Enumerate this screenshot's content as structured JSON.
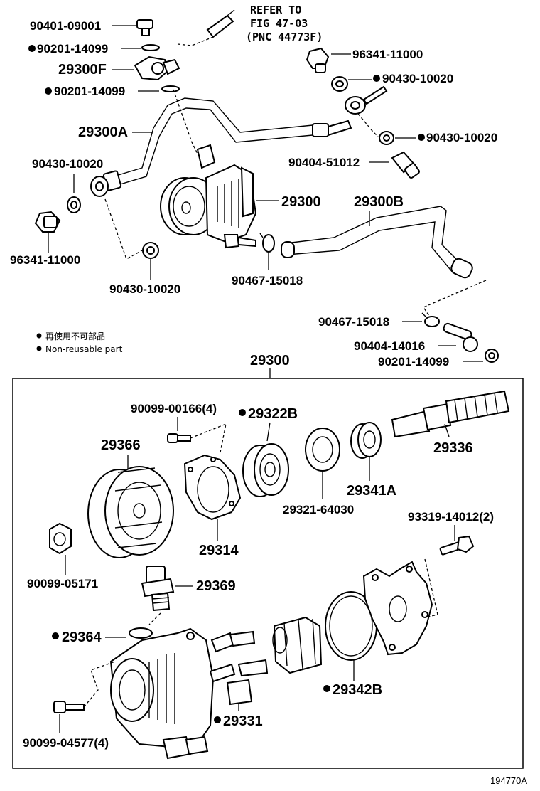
{
  "reference": {
    "line1": "REFER TO",
    "line2": "FIG 47-03",
    "line3": "(PNC 44773F)"
  },
  "legend": {
    "cn": "再使用不可部品",
    "en": "Non-reusable part"
  },
  "labels": {
    "p90401_09001": "90401-09001",
    "p90201_14099_a": "90201-14099",
    "p29300F": "29300F",
    "p90201_14099_b": "90201-14099",
    "p29300A": "29300A",
    "p90430_10020_l": "90430-10020",
    "p96341_11000_l": "96341-11000",
    "p90430_10020_bot": "90430-10020",
    "p96341_11000_r": "96341-11000",
    "p90430_10020_r1": "90430-10020",
    "p90430_10020_r2": "90430-10020",
    "p90404_51012": "90404-51012",
    "p29300": "29300",
    "p29300B": "29300B",
    "p90467_15018_a": "90467-15018",
    "p90467_15018_b": "90467-15018",
    "p90404_14016": "90404-14016",
    "p90201_14099_c": "90201-14099",
    "p29300_box": "29300",
    "p90099_00166": "90099-00166(4)",
    "p29322B": "29322B",
    "p29366": "29366",
    "p29336": "29336",
    "p29341A": "29341A",
    "p29321_64030": "29321-64030",
    "p29314": "29314",
    "p90099_05171": "90099-05171",
    "p93319_14012": "93319-14012(2)",
    "p29369": "29369",
    "p29364": "29364",
    "p29342B": "29342B",
    "p29331": "29331",
    "p90099_04577": "90099-04577(4)"
  },
  "figure_number": "194770A"
}
